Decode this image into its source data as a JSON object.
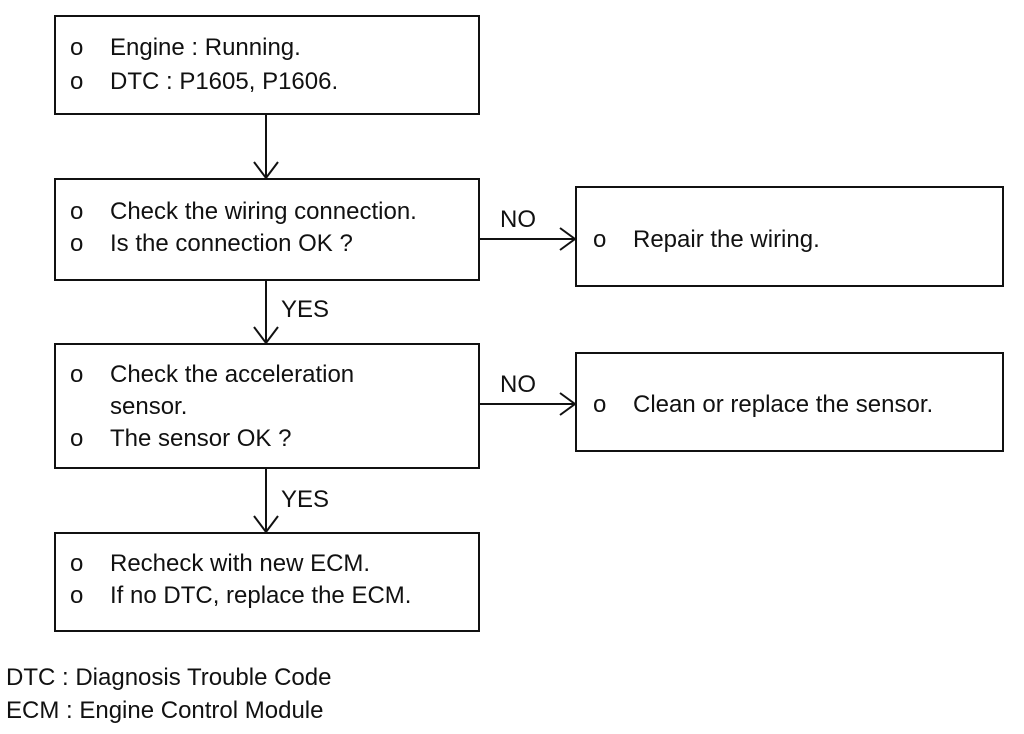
{
  "bullet_glyph": "o",
  "steps": {
    "start": [
      "Engine : Running.",
      "DTC : P1605, P1606."
    ],
    "check_wiring": [
      "Check the wiring connection.",
      "Is the connection OK ?"
    ],
    "repair_wiring": [
      "Repair the wiring."
    ],
    "check_sensor": [
      "Check the acceleration",
      "sensor.",
      "The sensor OK ?"
    ],
    "clean_sensor": [
      "Clean or replace the sensor."
    ],
    "recheck_ecm": [
      "Recheck with new ECM.",
      "If no DTC, replace the ECM."
    ]
  },
  "edges": {
    "yes_label": "YES",
    "no_label": "NO"
  },
  "legend": [
    "DTC : Diagnosis Trouble Code",
    "ECM : Engine Control Module"
  ],
  "colors": {
    "line": "#111111",
    "background": "#ffffff"
  }
}
